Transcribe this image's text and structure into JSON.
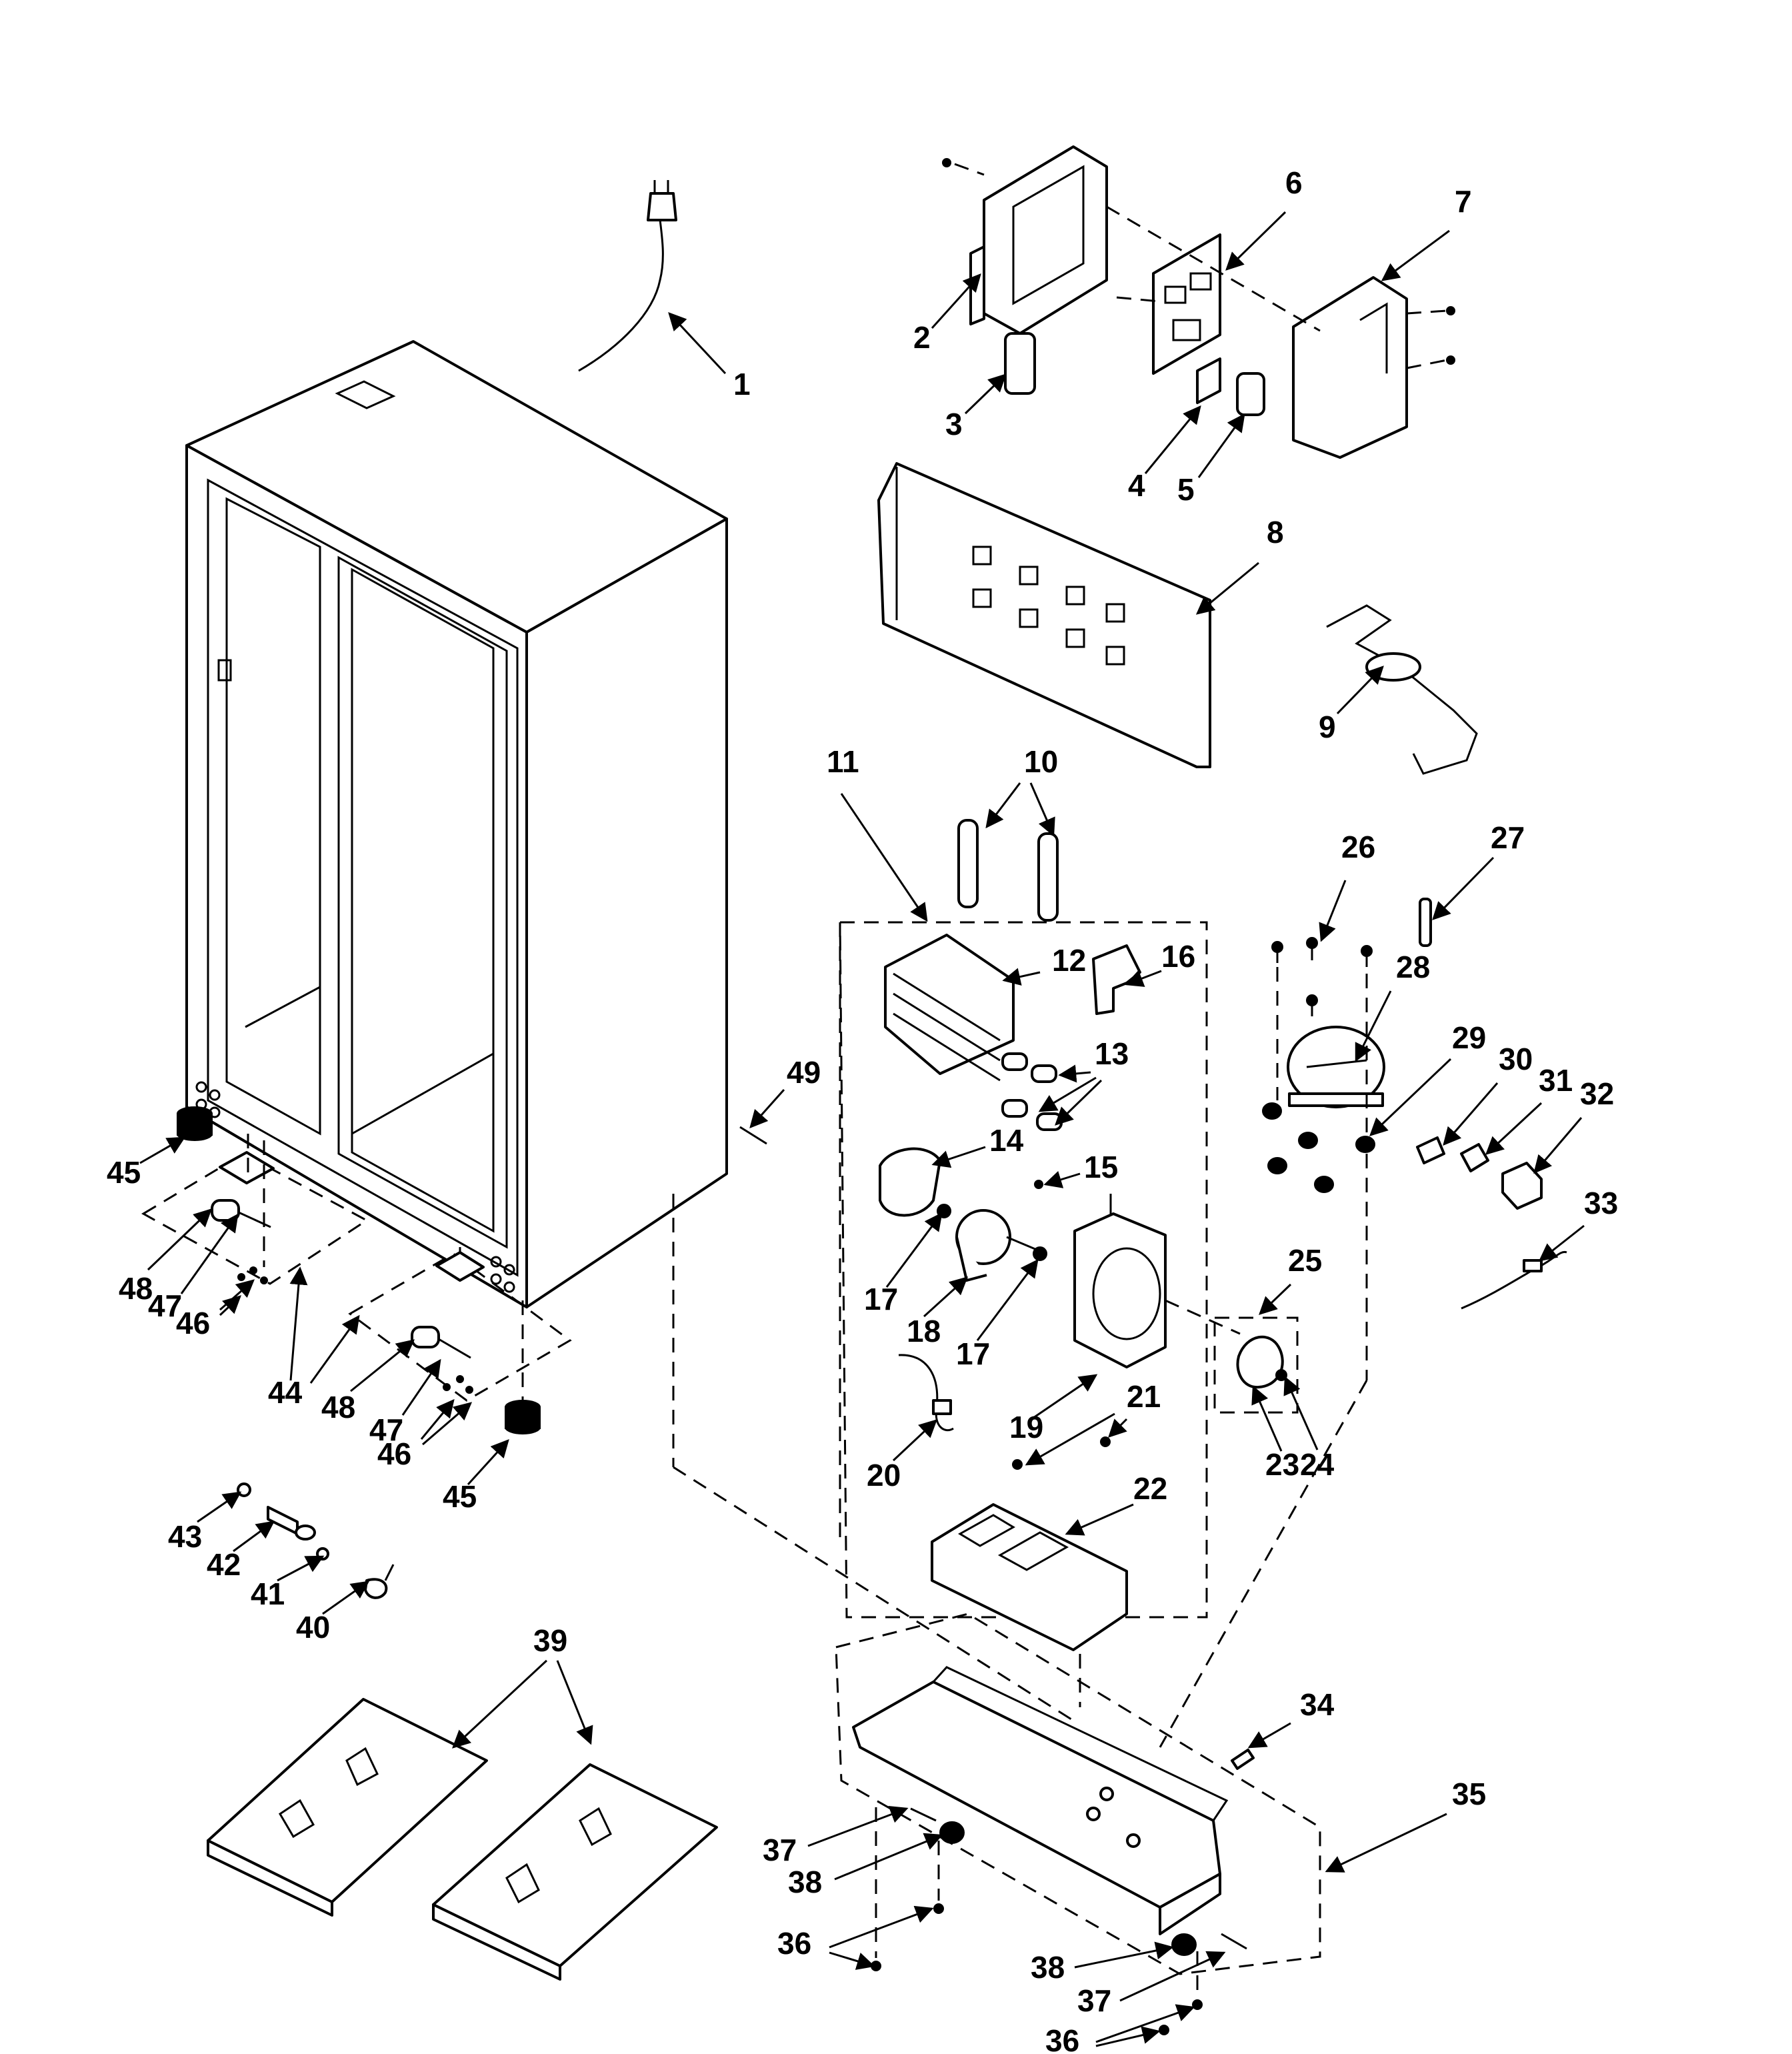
{
  "colors": {
    "ink": "#000000",
    "paper": "#ffffff"
  },
  "callouts": [
    {
      "id": "1",
      "label": "1"
    },
    {
      "id": "2",
      "label": "2"
    },
    {
      "id": "3",
      "label": "3"
    },
    {
      "id": "4",
      "label": "4"
    },
    {
      "id": "5",
      "label": "5"
    },
    {
      "id": "6",
      "label": "6"
    },
    {
      "id": "7",
      "label": "7"
    },
    {
      "id": "8",
      "label": "8"
    },
    {
      "id": "9",
      "label": "9"
    },
    {
      "id": "10",
      "label": "10"
    },
    {
      "id": "11",
      "label": "11"
    },
    {
      "id": "12",
      "label": "12"
    },
    {
      "id": "13",
      "label": "13"
    },
    {
      "id": "14",
      "label": "14"
    },
    {
      "id": "15",
      "label": "15"
    },
    {
      "id": "16",
      "label": "16"
    },
    {
      "id": "17a",
      "label": "17"
    },
    {
      "id": "17b",
      "label": "17"
    },
    {
      "id": "18",
      "label": "18"
    },
    {
      "id": "19",
      "label": "19"
    },
    {
      "id": "20",
      "label": "20"
    },
    {
      "id": "21",
      "label": "21"
    },
    {
      "id": "22",
      "label": "22"
    },
    {
      "id": "23",
      "label": "23"
    },
    {
      "id": "24",
      "label": "24"
    },
    {
      "id": "25",
      "label": "25"
    },
    {
      "id": "26",
      "label": "26"
    },
    {
      "id": "27",
      "label": "27"
    },
    {
      "id": "28",
      "label": "28"
    },
    {
      "id": "29",
      "label": "29"
    },
    {
      "id": "30",
      "label": "30"
    },
    {
      "id": "31",
      "label": "31"
    },
    {
      "id": "32",
      "label": "32"
    },
    {
      "id": "33",
      "label": "33"
    },
    {
      "id": "34",
      "label": "34"
    },
    {
      "id": "35",
      "label": "35"
    },
    {
      "id": "36a",
      "label": "36"
    },
    {
      "id": "36b",
      "label": "36"
    },
    {
      "id": "37a",
      "label": "37"
    },
    {
      "id": "37b",
      "label": "37"
    },
    {
      "id": "38a",
      "label": "38"
    },
    {
      "id": "38b",
      "label": "38"
    },
    {
      "id": "39",
      "label": "39"
    },
    {
      "id": "40",
      "label": "40"
    },
    {
      "id": "41",
      "label": "41"
    },
    {
      "id": "42",
      "label": "42"
    },
    {
      "id": "43",
      "label": "43"
    },
    {
      "id": "44",
      "label": "44"
    },
    {
      "id": "45a",
      "label": "45"
    },
    {
      "id": "45b",
      "label": "45"
    },
    {
      "id": "46a",
      "label": "46"
    },
    {
      "id": "46b",
      "label": "46"
    },
    {
      "id": "47a",
      "label": "47"
    },
    {
      "id": "47b",
      "label": "47"
    },
    {
      "id": "48a",
      "label": "48"
    },
    {
      "id": "48b",
      "label": "48"
    },
    {
      "id": "49",
      "label": "49"
    }
  ]
}
